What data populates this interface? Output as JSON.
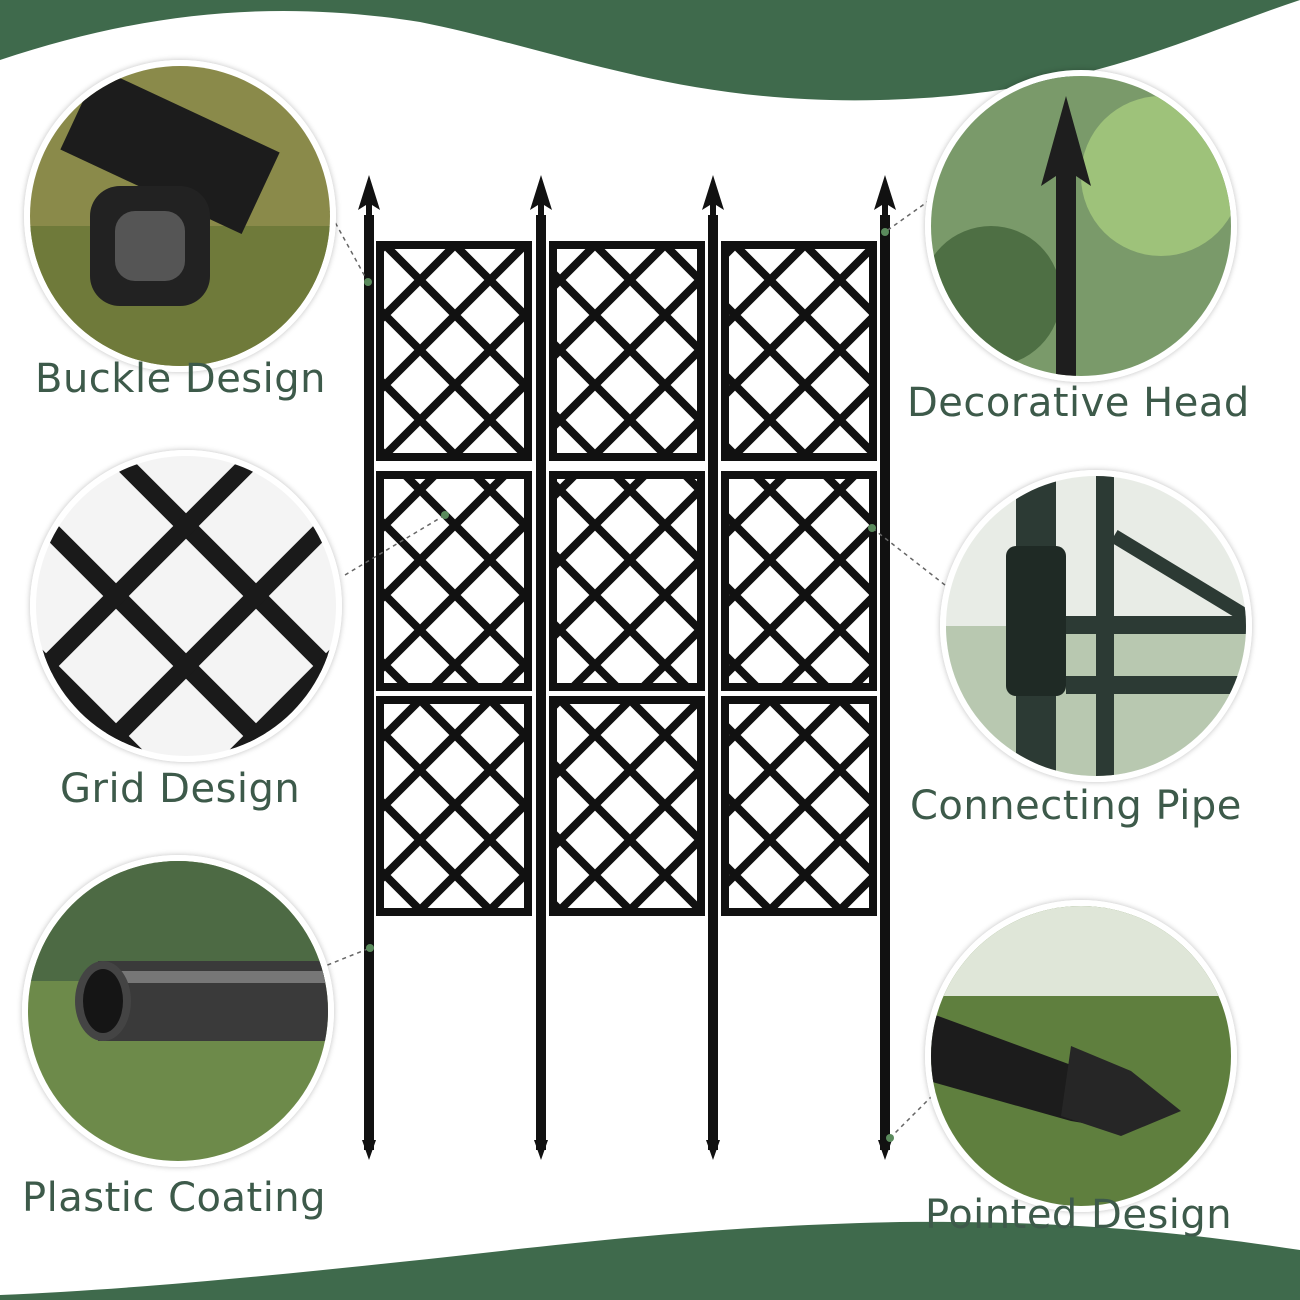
{
  "colors": {
    "brand_green": "#3f6a4c",
    "label_text": "#3d5a4a",
    "trellis": "#111111"
  },
  "features": {
    "buckle": {
      "label": "Buckle Design",
      "icon": "buckle-closeup-icon"
    },
    "decorative_head": {
      "label": "Decorative Head",
      "icon": "spear-finial-icon"
    },
    "grid": {
      "label": "Grid Design",
      "icon": "lattice-grid-icon"
    },
    "connecting_pipe": {
      "label": "Connecting Pipe",
      "icon": "connecting-pipe-icon"
    },
    "plastic_coating": {
      "label": "Plastic Coating",
      "icon": "coated-tube-icon"
    },
    "pointed": {
      "label": "Pointed Design",
      "icon": "pointed-stake-icon"
    }
  }
}
